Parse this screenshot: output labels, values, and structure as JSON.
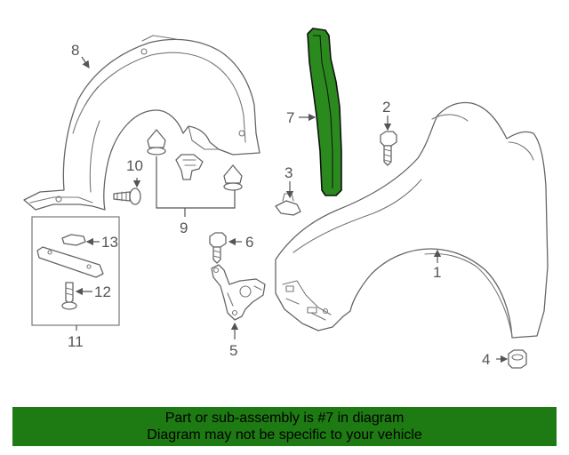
{
  "diagram": {
    "highlight_color": "#1e7a12",
    "callouts": {
      "c1": "1",
      "c2": "2",
      "c3": "3",
      "c4": "4",
      "c5": "5",
      "c6": "6",
      "c7": "7",
      "c8": "8",
      "c9": "9",
      "c10": "10",
      "c11": "11",
      "c12": "12",
      "c13": "13"
    }
  },
  "footer": {
    "line1": "Part or sub-assembly is #7 in diagram",
    "line2": "Diagram may not be specific to your vehicle",
    "background": "#1e7a12"
  }
}
